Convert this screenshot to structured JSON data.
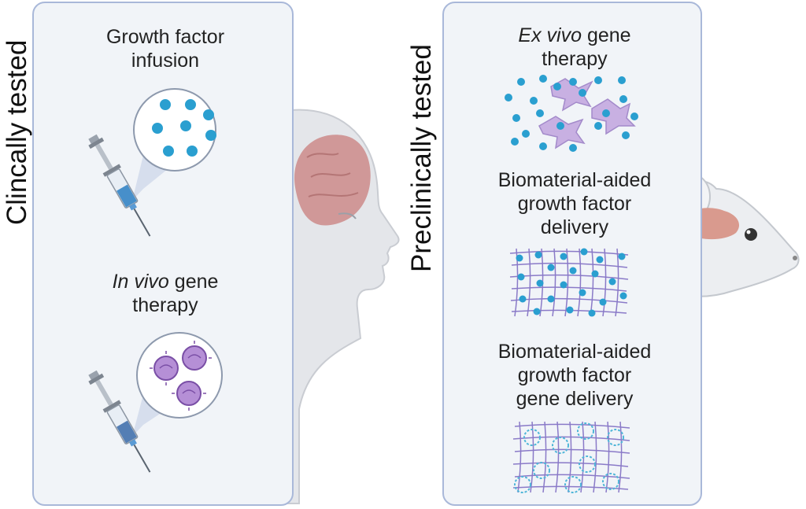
{
  "left_panel": {
    "side_label": "Clincally tested",
    "items": [
      {
        "caption_line1": "Growth factor",
        "caption_line2": "infusion"
      },
      {
        "caption_italic": "In vivo",
        "caption_rest": " gene",
        "caption_line2": "therapy"
      }
    ]
  },
  "right_panel": {
    "side_label": "Preclinically tested",
    "items": [
      {
        "caption_italic": "Ex vivo",
        "caption_rest": " gene",
        "caption_line2": "therapy"
      },
      {
        "caption_line1": "Biomaterial-aided",
        "caption_line2": "growth factor",
        "caption_line3": "delivery"
      },
      {
        "caption_line1": "Biomaterial-aided",
        "caption_line2": "growth factor",
        "caption_line3": "gene delivery"
      }
    ]
  },
  "colors": {
    "panel_fill": "#f1f4f8",
    "panel_border": "#a9b8d9",
    "particle_blue": "#2a9fd0",
    "virus_purple": "#9b6fc0",
    "brain_pink": "#cc8a8a",
    "mesh_purple": "#8a7ac8"
  }
}
